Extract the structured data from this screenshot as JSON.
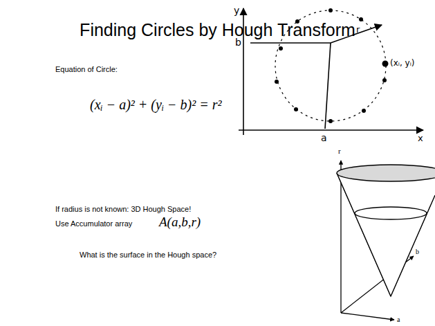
{
  "diagram": {
    "title": "Finding Circles by Hough Transform",
    "labels": [
      "Equation of Circle:",
      "(xᵢ − a)² + (yᵢ − b)² = r²",
      "y",
      "b",
      "r",
      "(xᵢ, yᵢ)",
      "a",
      "x",
      "If radius is not known: 3D Hough Space!",
      "Use Accumulator array",
      "A(a,b,r)",
      "What is the surface in the Hough space?",
      "r",
      "b",
      "a"
    ]
  }
}
